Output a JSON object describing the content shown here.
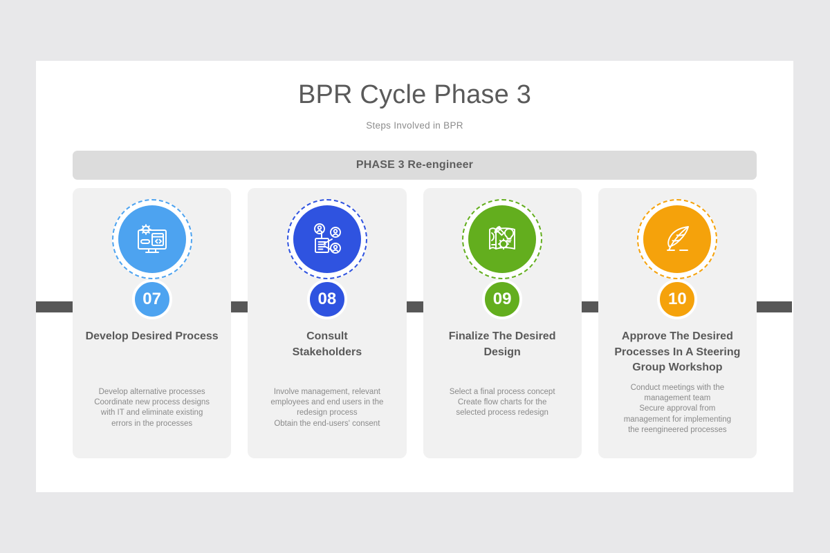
{
  "slide": {
    "title": "BPR Cycle Phase 3",
    "subtitle": "Steps Involved in BPR",
    "phase_banner": "PHASE 3 Re-engineer",
    "background_color": "#e8e8ea",
    "canvas_color": "#ffffff",
    "timeline_color": "#575757",
    "banner_color": "#dcdcdc",
    "card_color": "#f1f1f1"
  },
  "steps": [
    {
      "number": "07",
      "color": "#4da3f0",
      "icon": "monitor-code-gear-icon",
      "title": "Develop Desired Process",
      "description": "Develop alternative processes\nCoordinate new process designs\nwith IT and eliminate existing\nerrors in the processes"
    },
    {
      "number": "08",
      "color": "#2f53e0",
      "icon": "stakeholder-network-icon",
      "title": "Consult\nStakeholders",
      "description": "Involve management, relevant\nemployees and end users in the\nredesign process\nObtain the end-users' consent"
    },
    {
      "number": "09",
      "color": "#63ae1e",
      "icon": "blueprint-design-icon",
      "title": "Finalize The Desired\nDesign",
      "description": "Select a final process concept\nCreate flow charts for the\nselected process redesign"
    },
    {
      "number": "10",
      "color": "#f5a20b",
      "icon": "quill-pen-icon",
      "title": "Approve The Desired\nProcesses In A Steering\nGroup Workshop",
      "description": "Conduct meetings with the\nmanagement team\nSecure approval from\nmanagement for implementing\nthe reengineered processes"
    }
  ]
}
